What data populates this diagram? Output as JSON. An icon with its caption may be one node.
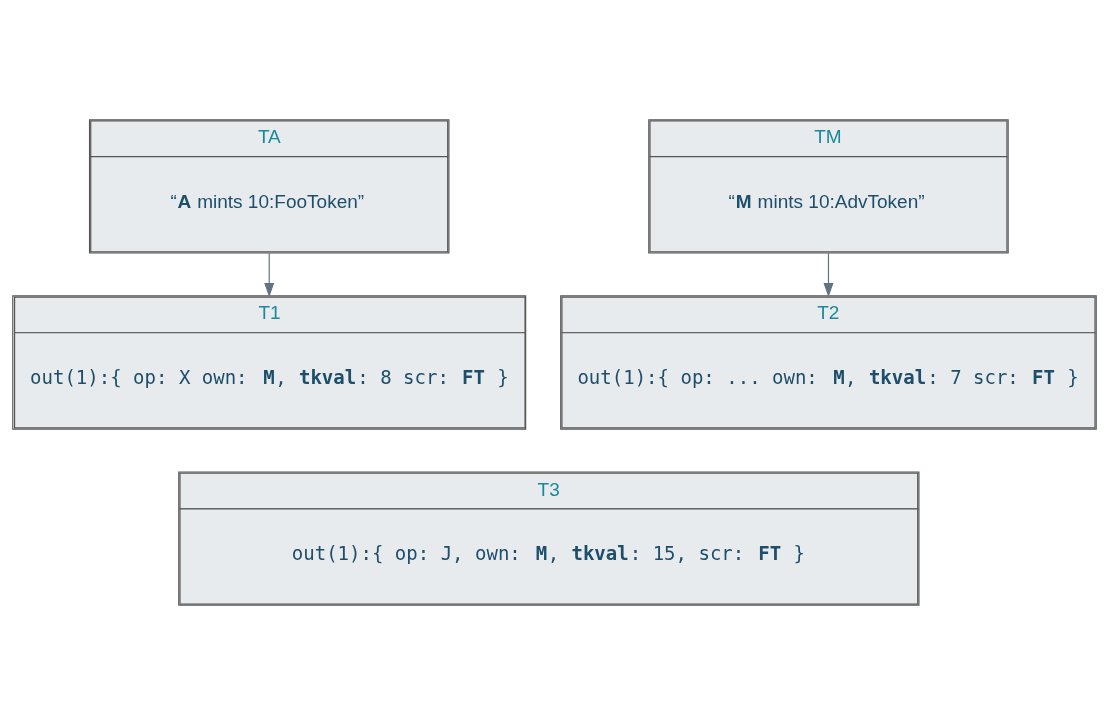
{
  "diagram": {
    "nodes": [
      {
        "text": [
          "TA",
          "“**A** mints 10:FooToken”"
        ]
      },
      {
        "text": [
          "TM",
          "“**M** mints 10:AdvToken”"
        ]
      },
      {
        "text": [
          "T1",
          "out(1):{ op: X own: **M**, **tkval**: 8 scr: **FT** }"
        ]
      },
      {
        "text": [
          "T2",
          "out(1):{ op: ... own: **M**, **tkval**: 7 scr: **FT** }"
        ]
      },
      {
        "text": [
          "T3",
          "out(1):{ op: J, own: **M**, **tkval**: 15, scr: **FT** }"
        ]
      }
    ],
    "edges": [
      {
        "from": 0,
        "to": 2,
        "arrow": "to"
      },
      {
        "from": 1,
        "to": 3,
        "arrow": "to"
      }
    ]
  }
}
